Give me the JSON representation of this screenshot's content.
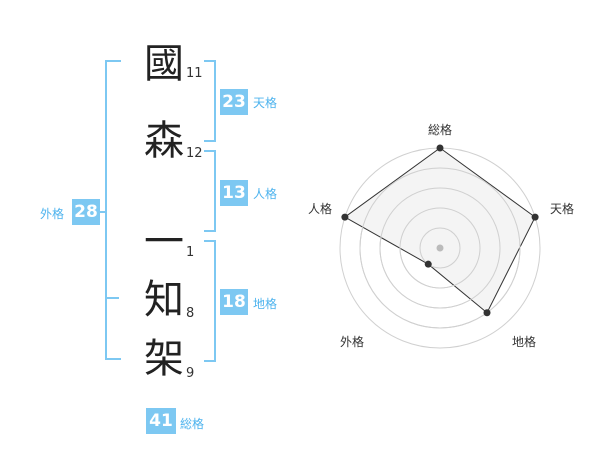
{
  "name_chars": [
    {
      "char": "國",
      "strokes": "11"
    },
    {
      "char": "森",
      "strokes": "12"
    },
    {
      "char": "一",
      "strokes": "1"
    },
    {
      "char": "知",
      "strokes": "8"
    },
    {
      "char": "架",
      "strokes": "9"
    }
  ],
  "fortunes": {
    "tenkaku": {
      "value": "23",
      "label": "天格"
    },
    "jinkaku": {
      "value": "13",
      "label": "人格"
    },
    "chikaku": {
      "value": "18",
      "label": "地格"
    },
    "gaikaku": {
      "value": "28",
      "label": "外格"
    },
    "soukaku": {
      "value": "41",
      "label": "総格"
    }
  },
  "radar": {
    "axes": [
      "総格",
      "天格",
      "地格",
      "外格",
      "人格"
    ],
    "levels": 5,
    "values": [
      5,
      5,
      4,
      1,
      5
    ],
    "max": 5,
    "colors": {
      "grid": "#d0d0d0",
      "fill": "#f2f2f2",
      "line": "#333333",
      "point": "#333333",
      "center": "#bbbbbb"
    }
  },
  "colors": {
    "accent": "#7dc8f2",
    "accent_text": "#4db3ee"
  }
}
